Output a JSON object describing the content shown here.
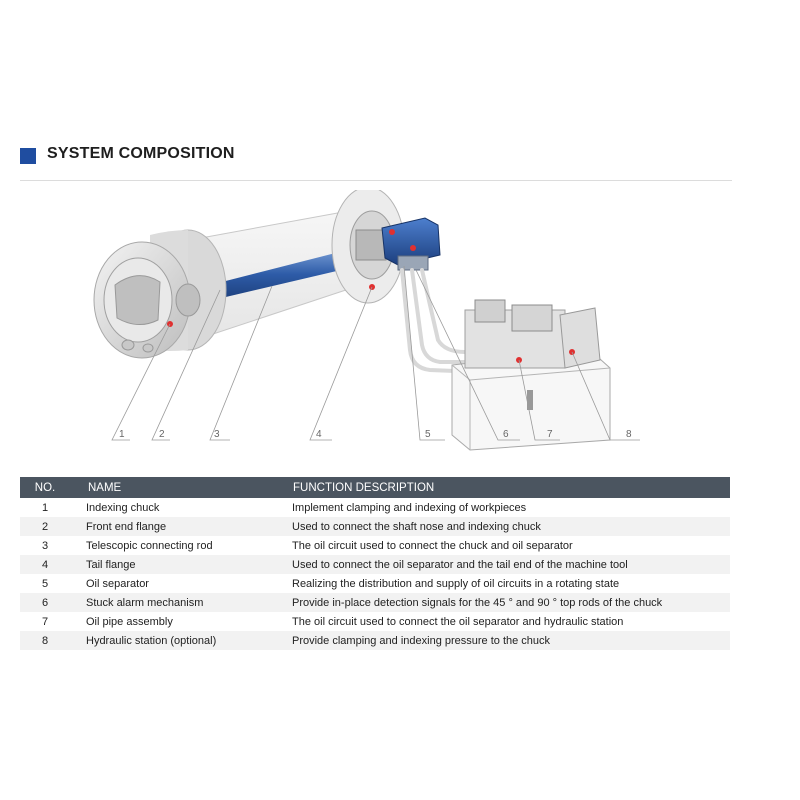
{
  "section": {
    "title": "SYSTEM COMPOSITION"
  },
  "diagram": {
    "callouts": [
      "1",
      "2",
      "3",
      "4",
      "5",
      "6",
      "7",
      "8"
    ]
  },
  "table": {
    "headers": {
      "no": "NO.",
      "name": "NAME",
      "function": "FUNCTION DESCRIPTION"
    },
    "rows": [
      {
        "no": "1",
        "name": "Indexing chuck",
        "function": "Implement clamping and indexing of workpieces"
      },
      {
        "no": "2",
        "name": "Front end flange",
        "function": "Used to connect the shaft nose and indexing chuck"
      },
      {
        "no": "3",
        "name": "Telescopic connecting rod",
        "function": "The oil circuit used to connect the chuck and oil separator"
      },
      {
        "no": "4",
        "name": "Tail flange",
        "function": "Used to connect the oil separator and the tail end of the machine tool"
      },
      {
        "no": "5",
        "name": "Oil separator",
        "function": "Realizing the distribution and supply of oil circuits in a rotating state"
      },
      {
        "no": "6",
        "name": "Stuck alarm mechanism",
        "function": "Provide in-place detection signals for the 45 ° and 90 ° top rods of the chuck"
      },
      {
        "no": "7",
        "name": "Oil pipe assembly",
        "function": "The oil circuit used to connect the oil separator and hydraulic station"
      },
      {
        "no": "8",
        "name": "Hydraulic station (optional)",
        "function": "Provide clamping and indexing pressure to the chuck"
      }
    ]
  },
  "colors": {
    "accent": "#1f4da0",
    "header_bg": "#4b5560",
    "marker": "#e03030"
  }
}
